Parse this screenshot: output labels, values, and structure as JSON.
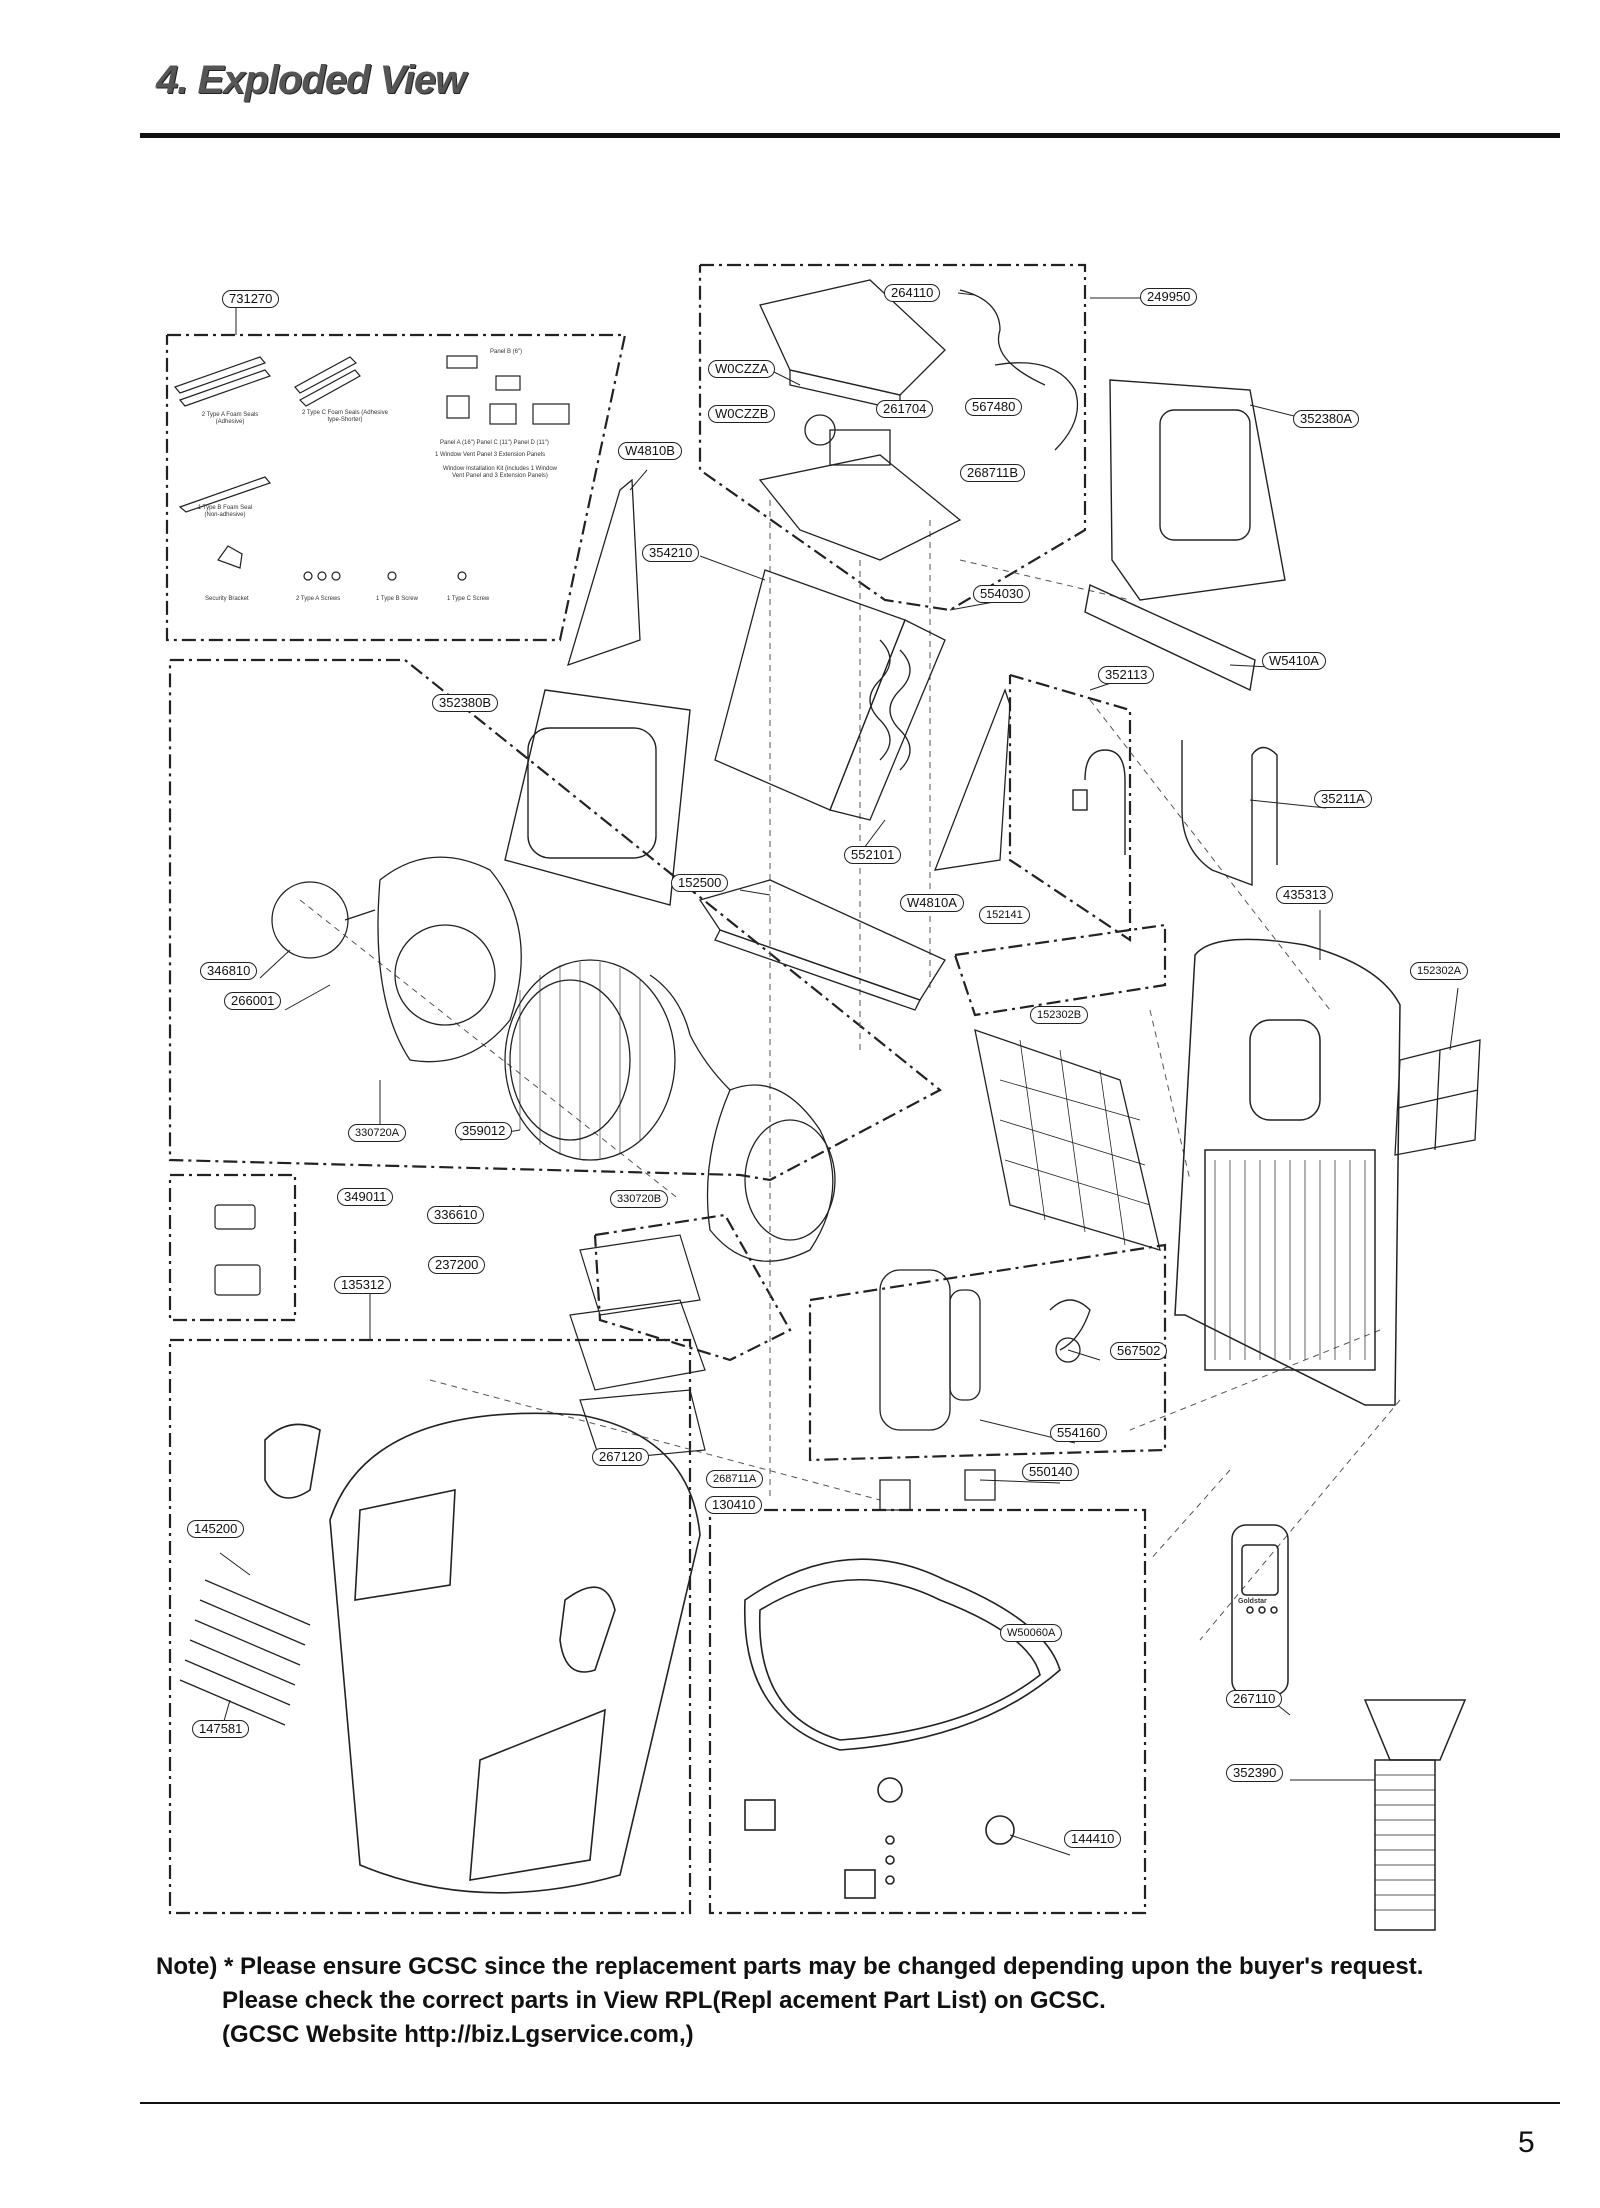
{
  "page": {
    "title": "4. Exploded View",
    "page_number": "5"
  },
  "part_numbers": {
    "p731270": "731270",
    "p264110": "264110",
    "p249950": "249950",
    "pW0CZZA": "W0CZZA",
    "pW0CZZB": "W0CZZB",
    "p261704": "261704",
    "p567480": "567480",
    "p352380A": "352380A",
    "pW4810B": "W4810B",
    "p268711B": "268711B",
    "p354210": "354210",
    "p554030": "554030",
    "pW5410A": "W5410A",
    "p352113": "352113",
    "p352380B": "352380B",
    "p35211A": "35211A",
    "p552101": "552101",
    "p152500": "152500",
    "pW4810A": "W4810A",
    "p152141": "152141",
    "p435313": "435313",
    "p346810": "346810",
    "p152302A": "152302A",
    "p266001": "266001",
    "p152302B": "152302B",
    "p330720A": "330720A",
    "p359012": "359012",
    "p349011": "349011",
    "p336610": "336610",
    "p330720B": "330720B",
    "p237200": "237200",
    "p135312": "135312",
    "p567502": "567502",
    "p554160": "554160",
    "p267120": "267120",
    "p550140": "550140",
    "p268711A": "268711A",
    "p130410": "130410",
    "p145200": "145200",
    "pW50060A": "W50060A",
    "p267110": "267110",
    "p147581": "147581",
    "p352390": "352390",
    "p144410": "144410"
  },
  "kit": {
    "panel_b": "Panel B (6\")",
    "seal_a": "2 Type A Foam Seals (Adhesive)",
    "seal_c": "2 Type C Foam Seals (Adhesive type-Shorter)",
    "panels": "Panel A (16\")    Panel C (11\")    Panel D (11\")",
    "vent_panel": "1 Window Vent Panel     3 Extension Panels",
    "kit_desc": "Window Installation Kit (includes 1 Window Vent Panel and 3 Extension Panels)",
    "seal_b": "1 Type B Foam Seal (Non-adhesive)",
    "bracket": "Security Bracket",
    "screws_a": "2 Type A Screws",
    "screw_b": "1 Type B Screw",
    "screw_c": "1 Type C Screw"
  },
  "remote": {
    "brand": "Goldstar"
  },
  "note": {
    "line1": "Note) * Please ensure GCSC since the replacement parts may be changed depending upon the buyer's request.",
    "line2": "Please check  the correct parts in View RPL(Repl   acement Part List) on GCSC.",
    "line3": "(GCSC Website  http://biz.Lgservice.com,)"
  }
}
